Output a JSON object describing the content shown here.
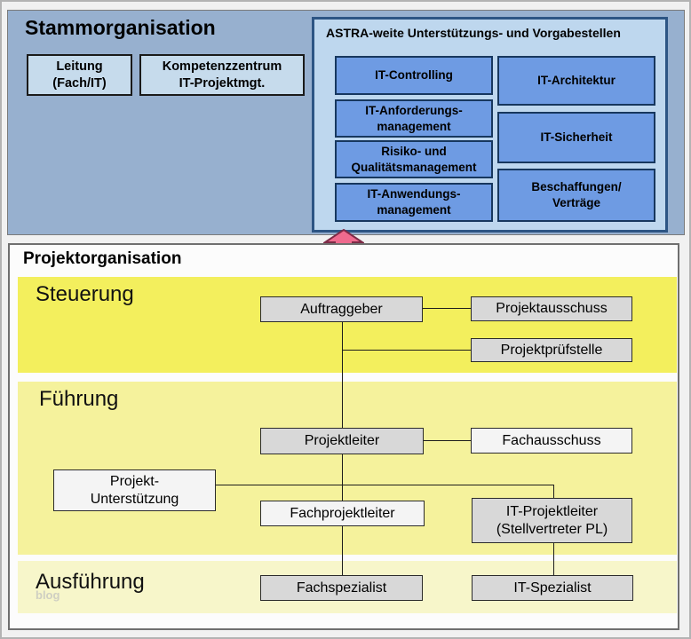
{
  "colors": {
    "panel_blue": "#97b0cf",
    "light_blue_box": "#c6dbec",
    "astra_bg": "#bed7ee",
    "astra_border": "#2d5584",
    "inner_blue_box": "#6e9be3",
    "band_bright_yellow": "#f3ef5d",
    "band_pale_yellow": "#f5f29c",
    "band_palest_yellow": "#f7f6ca",
    "gray_box": "#d8d8d8",
    "white_box": "#f4f4f4",
    "arrow_pink": "#ef6a8e",
    "arrow_outline": "#7d2b47"
  },
  "stammorganisation": {
    "title": "Stammorganisation",
    "leitung_box": "Leitung\n(Fach/IT)",
    "kompetenz_box": "Kompetenzzentrum\nIT-Projektmgt.",
    "astra": {
      "title": "ASTRA-weite Unterstützungs- und Vorgabestellen",
      "left_boxes": [
        "IT-Controlling",
        "IT-Anforderungs-\nmanagement",
        "Risiko- und\nQualitätsmanagement",
        "IT-Anwendungs-\nmanagement"
      ],
      "right_boxes": [
        "IT-Architektur",
        "IT-Sicherheit",
        "Beschaffungen/\nVerträge"
      ]
    }
  },
  "projektorganisation": {
    "title": "Projektorganisation",
    "bands": {
      "steuerung": "Steuerung",
      "fuehrung": "Führung",
      "ausfuehrung": "Ausführung"
    },
    "boxes": {
      "auftraggeber": "Auftraggeber",
      "projektausschuss": "Projektausschuss",
      "projektpruefstelle": "Projektprüfstelle",
      "projektleiter": "Projektleiter",
      "fachausschuss": "Fachausschuss",
      "projekt_unterstuetzung": "Projekt-\nUnterstützung",
      "fachprojektleiter": "Fachprojektleiter",
      "it_projektleiter": "IT-Projektleiter\n(Stellvertreter  PL)",
      "fachspezialist": "Fachspezialist",
      "it_spezialist": "IT-Spezialist"
    }
  },
  "watermark": "blog"
}
